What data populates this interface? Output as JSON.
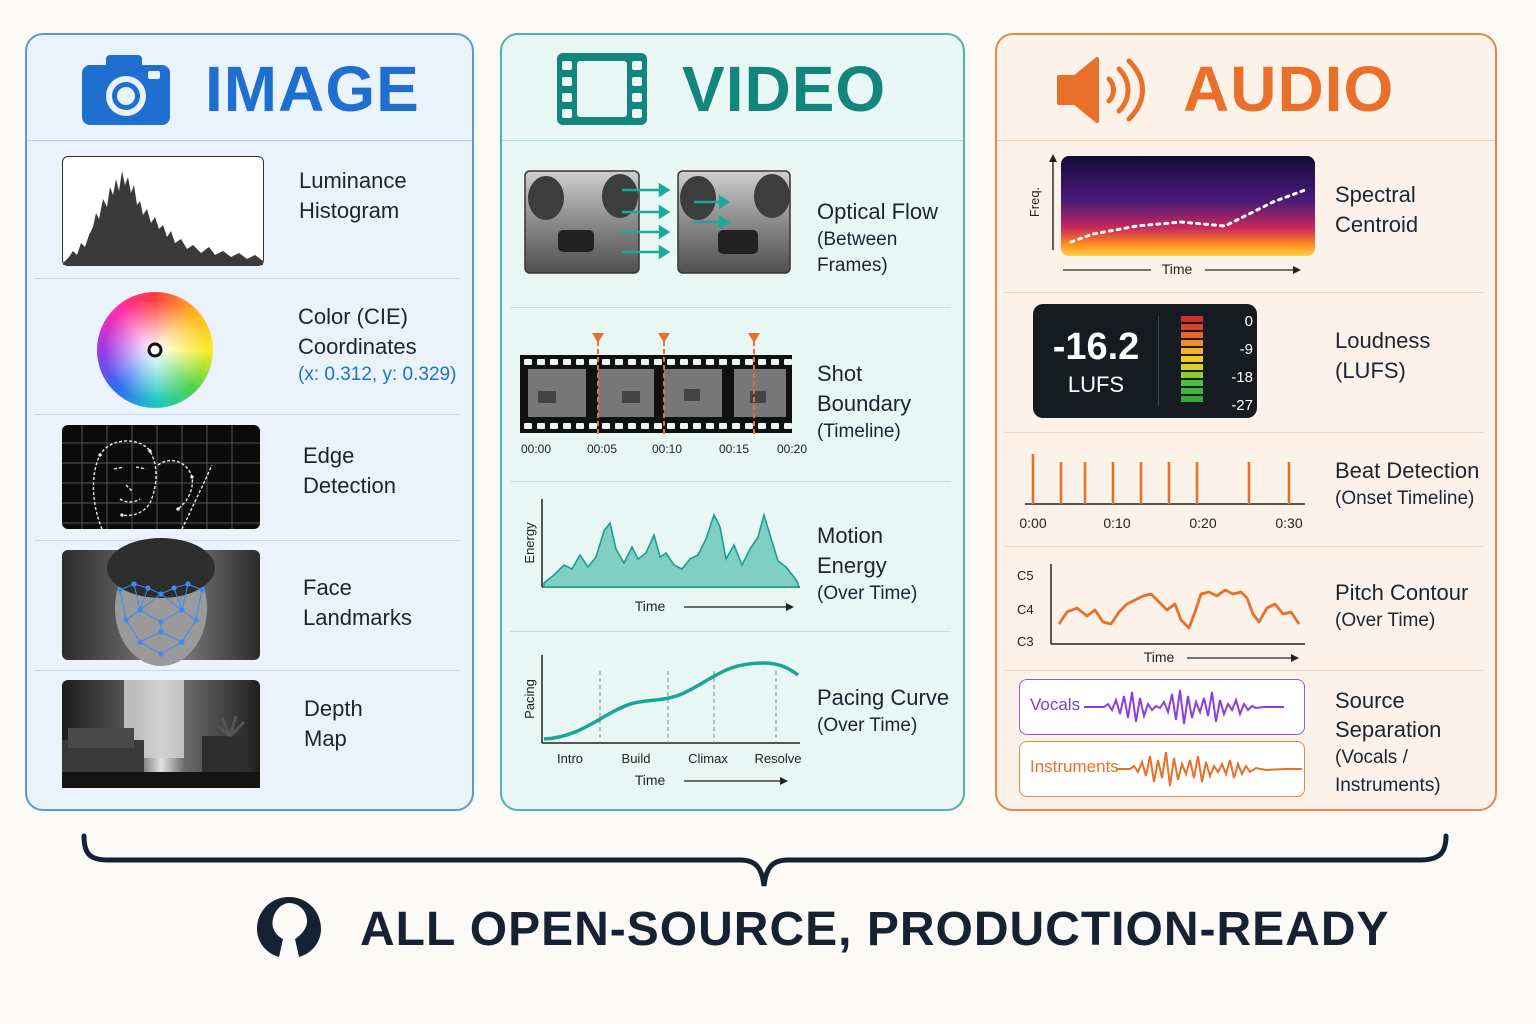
{
  "colors": {
    "image_accent": "#1f6fd1",
    "video_accent": "#12857c",
    "audio_accent": "#e8702a",
    "footer": "#162233"
  },
  "image": {
    "title": "IMAGE",
    "icon": "camera-icon",
    "items": [
      {
        "lines": [
          "Luminance",
          "Histogram"
        ]
      },
      {
        "lines": [
          "Color (CIE)",
          "Coordinates"
        ],
        "detail": "(x: 0.312, y: 0.329)"
      },
      {
        "lines": [
          "Edge",
          "Detection"
        ]
      },
      {
        "lines": [
          "Face",
          "Landmarks"
        ]
      },
      {
        "lines": [
          "Depth",
          "Map"
        ]
      }
    ]
  },
  "video": {
    "title": "VIDEO",
    "icon": "film-strip-icon",
    "items": [
      {
        "lines": [
          "Optical Flow"
        ],
        "detail": "(Between Frames)"
      },
      {
        "lines": [
          "Shot Boundary",
          "(Timeline)"
        ],
        "ticks": [
          "00:00",
          "00:05",
          "00:10",
          "00:15",
          "00:20"
        ]
      },
      {
        "lines": [
          "Motion Energy",
          "(Over Time)"
        ],
        "ylabel": "Energy",
        "xlabel": "Time"
      },
      {
        "lines": [
          "Pacing Curve",
          "(Over Time)"
        ],
        "ylabel": "Pacing",
        "xlabel": "Time",
        "phases": [
          "Intro",
          "Build",
          "Climax",
          "Resolve"
        ]
      }
    ]
  },
  "audio": {
    "title": "AUDIO",
    "icon": "speaker-icon",
    "items": [
      {
        "lines": [
          "Spectral",
          "Centroid"
        ],
        "ylabel": "Freq.",
        "xlabel": "Time"
      },
      {
        "lines": [
          "Loudness",
          "(LUFS)"
        ],
        "value": "-16.2",
        "unit": "LUFS",
        "scale": [
          "0",
          "-9",
          "-18",
          "-27"
        ]
      },
      {
        "lines": [
          "Beat Detection",
          "(Onset Timeline)"
        ],
        "ticks": [
          "0:00",
          "0:10",
          "0:20",
          "0:30"
        ]
      },
      {
        "lines": [
          "Pitch Contour",
          "(Over Time)"
        ],
        "yticks": [
          "C5",
          "C4",
          "C3"
        ],
        "xlabel": "Time"
      },
      {
        "lines": [
          "Source",
          "Separation",
          "(Vocals /",
          "Instruments)"
        ],
        "tracks": [
          "Vocals",
          "Instruments"
        ]
      }
    ]
  },
  "footer": {
    "text": "ALL OPEN-SOURCE, PRODUCTION-READY",
    "icon": "open-source-icon"
  }
}
